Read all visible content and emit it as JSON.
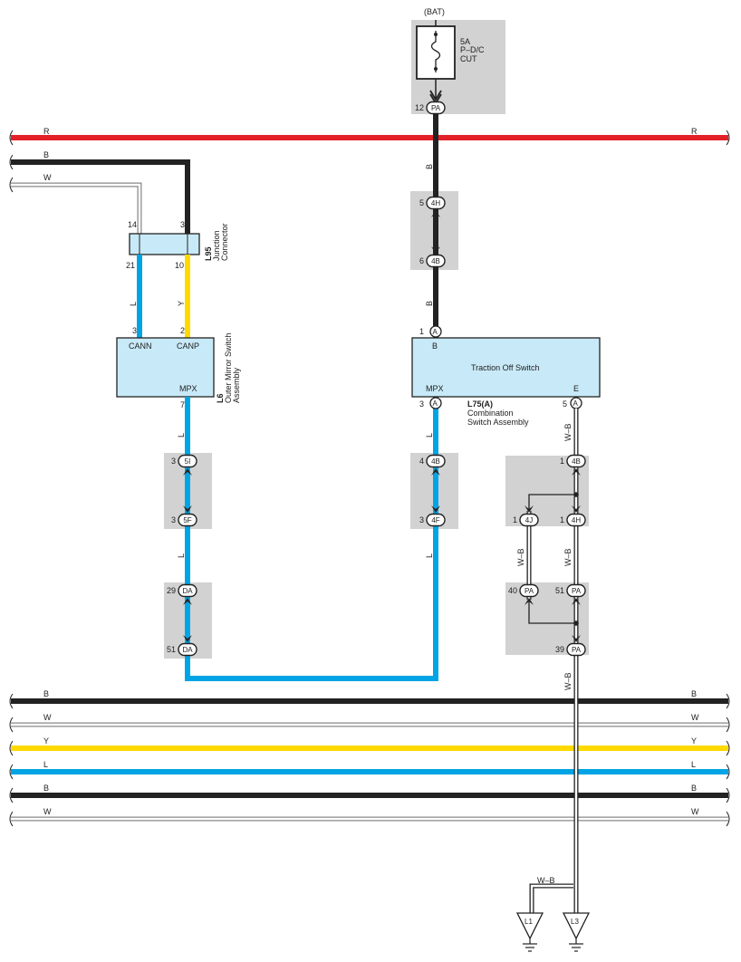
{
  "fuse": {
    "source": "(BAT)",
    "rating": "5A",
    "name": "P–D/C",
    "name2": "CUT",
    "conn_pin": "12",
    "conn_id": "PA"
  },
  "colors": {
    "red": "#e32028",
    "black": "#222222",
    "blue": "#00a4e4",
    "yellow": "#ffd900",
    "white_wire": "#8c8c8c",
    "shade": "#d2d2d2",
    "component": "#c8e9f7"
  },
  "wire_labels": {
    "R": "R",
    "B": "B",
    "W": "W",
    "Y": "Y",
    "L": "L",
    "WB": "W–B"
  },
  "junction": {
    "code": "L95",
    "name1": "Junction",
    "name2": "Connector",
    "pin_14": "14",
    "pin_3": "3",
    "pin_21": "21",
    "pin_10": "10"
  },
  "mirror": {
    "code": "L6",
    "name1": "Outer Mirror Switch",
    "name2": "Assembly",
    "pin_cann": "3",
    "pin_canp": "2",
    "pin_mpx": "7",
    "label_cann": "CANN",
    "label_canp": "CANP",
    "label_mpx": "MPX"
  },
  "traction": {
    "title": "Traction Off Switch",
    "code": "L75(A)",
    "name1": "Combination",
    "name2": "Switch Assembly",
    "label_b": "B",
    "label_mpx": "MPX",
    "label_e": "E",
    "pin_b": "1",
    "pin_mpx": "3",
    "pin_e": "5",
    "conn": "A"
  },
  "connectors": {
    "c_4H_top": {
      "pin": "5",
      "id": "4H"
    },
    "c_4B_top": {
      "pin": "6",
      "id": "4B"
    },
    "c_5I": {
      "pin": "3",
      "id": "5I"
    },
    "c_5F": {
      "pin": "3",
      "id": "5F"
    },
    "c_DA29": {
      "pin": "29",
      "id": "DA"
    },
    "c_DA51": {
      "pin": "51",
      "id": "DA"
    },
    "c_4B_mid": {
      "pin": "4",
      "id": "4B"
    },
    "c_4F": {
      "pin": "3",
      "id": "4F"
    },
    "c_4B_right": {
      "pin": "1",
      "id": "4B"
    },
    "c_4J": {
      "pin": "1",
      "id": "4J"
    },
    "c_4H_right": {
      "pin": "1",
      "id": "4H"
    },
    "c_PA40": {
      "pin": "40",
      "id": "PA"
    },
    "c_PA51": {
      "pin": "51",
      "id": "PA"
    },
    "c_PA39": {
      "pin": "39",
      "id": "PA"
    }
  },
  "grounds": {
    "g1": "L1",
    "g3": "L3"
  }
}
